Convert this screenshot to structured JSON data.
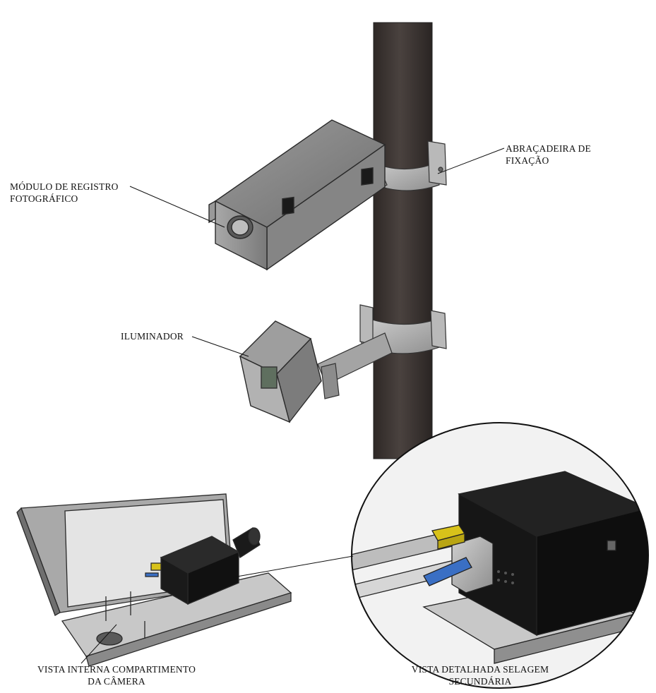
{
  "labels": {
    "modulo": {
      "line1": "MÓDULO DE REGISTRO",
      "line2": "FOTOGRÁFICO"
    },
    "abracadeira": {
      "line1": "ABRAÇADEIRA DE",
      "line2": "FIXAÇÃO"
    },
    "iluminador": "ILUMINADOR",
    "vista_interna": {
      "line1": "VISTA INTERNA COMPARTIMENTO",
      "line2": "DA CÂMERA"
    },
    "vista_detalhada": {
      "line1": "VISTA DETALHADA SELAGEM",
      "line2": "SECUNDÁRIA"
    }
  },
  "colors": {
    "pole": "#3e3633",
    "housing": "#8a8a8a",
    "camera_body": "#121212",
    "seal_tag": "#d8c21a",
    "seal_pin": "#3a6fc4"
  }
}
